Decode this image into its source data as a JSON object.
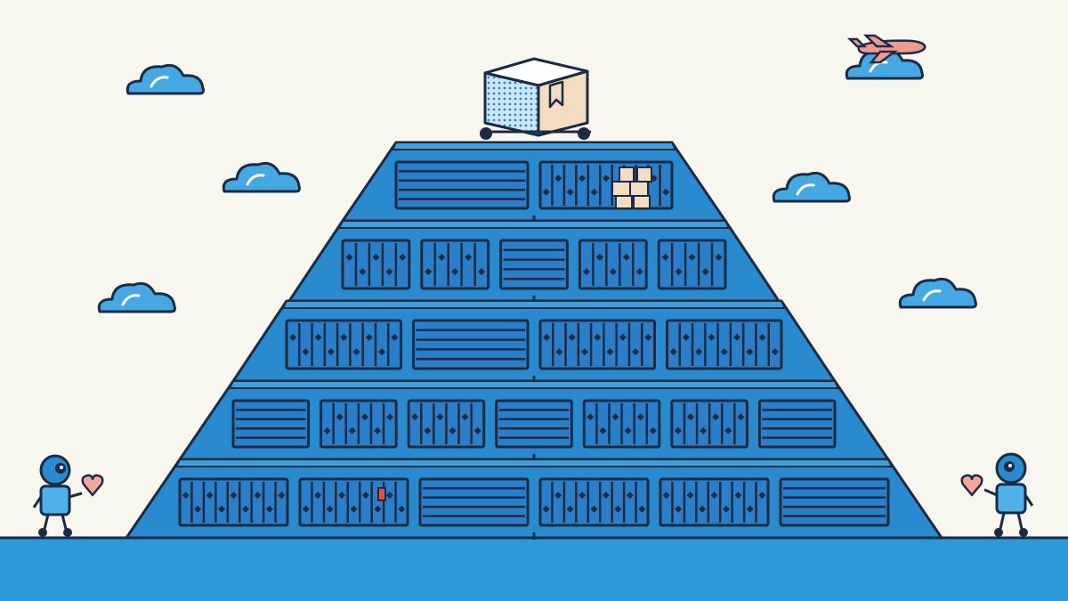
{
  "scene": {
    "description_free": true,
    "colors": {
      "background": "#f8f7ef",
      "ground": "#2a9bd8",
      "outline": "#1c2b44",
      "pyramid_face": "#2a8ad0",
      "pyramid_top": "#3aa0e0",
      "panel": "#2a7fcb",
      "cloud": "#45a8e3",
      "heart": "#f4a69a",
      "box_tan": "#f3dcc2",
      "accent_red": "#e0533c",
      "plane": "#f19a94"
    },
    "tier_count": 5,
    "tiers": [
      {
        "panels": 2
      },
      {
        "panels": 5
      },
      {
        "panels": 4
      },
      {
        "panels": 7
      },
      {
        "panels": 6
      }
    ],
    "icons": [
      "cloud-icon",
      "airplane-icon",
      "package-cart-icon",
      "robot-icon",
      "heart-icon"
    ]
  }
}
